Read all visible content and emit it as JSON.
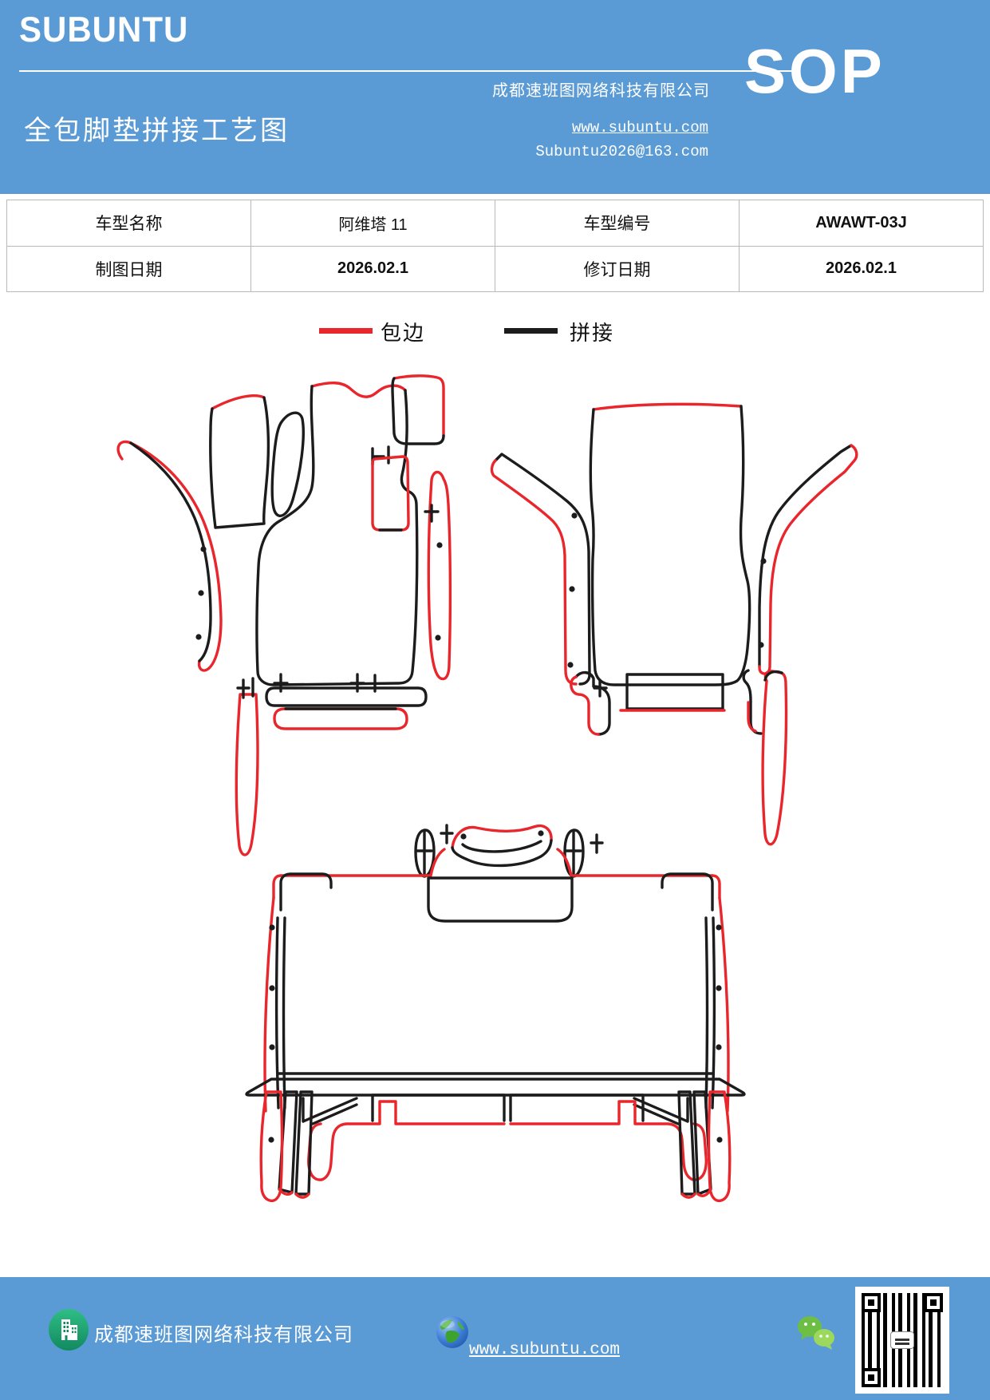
{
  "colors": {
    "header_blue": "#5B9BD5",
    "edge_red": "#E8262C",
    "seam_black": "#1C1C1C",
    "table_border": "#B9B9B9",
    "wechat_green": "#7CC24F",
    "building_icon_green": "#27AE74",
    "globe_blue": "#3B7BD4"
  },
  "header": {
    "logo": "SUBUNTU",
    "company": "成都速班图网络科技有限公司",
    "badge": "SOP",
    "title": "全包脚垫拼接工艺图",
    "website": "www.subuntu.com",
    "email": "Subuntu2026@163.com"
  },
  "info_table": {
    "rows": [
      {
        "cells": [
          "车型名称",
          "阿维塔 11",
          "车型编号",
          "AWAWT-03J"
        ]
      },
      {
        "cells": [
          "制图日期",
          "2026.02.1",
          "修订日期",
          "2026.02.1"
        ]
      }
    ]
  },
  "legend": {
    "items": [
      {
        "label": "包边",
        "color": "#E8262C"
      },
      {
        "label": "拼接",
        "color": "#1C1C1C"
      }
    ]
  },
  "diagram": {
    "groups": [
      "front-left-mat",
      "front-right-mat",
      "rear-mat"
    ],
    "red_line_meaning": "包边",
    "black_line_meaning": "拼接"
  },
  "footer": {
    "company": "成都速班图网络科技有限公司",
    "website": "www.subuntu.com",
    "icons": [
      "building-icon",
      "globe-icon",
      "wechat-icon",
      "qr-code"
    ]
  }
}
